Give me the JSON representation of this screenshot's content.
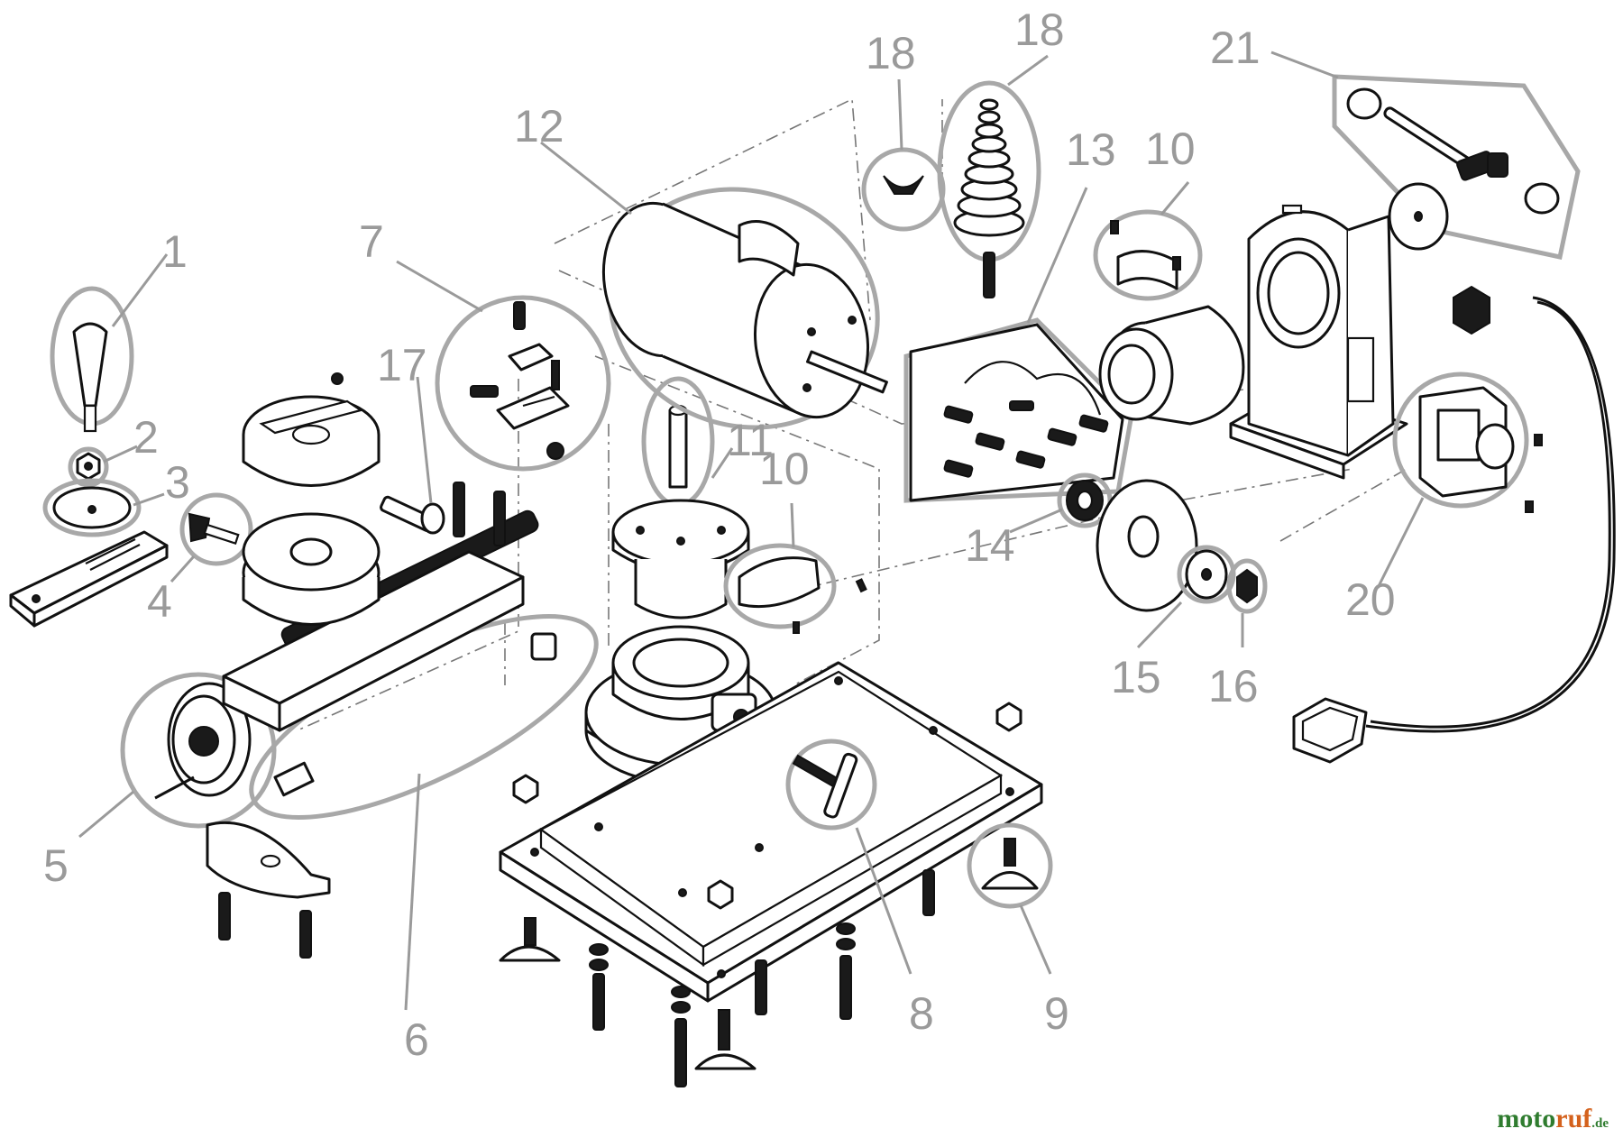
{
  "callouts": [
    {
      "id": "c1",
      "label": "1"
    },
    {
      "id": "c2",
      "label": "2"
    },
    {
      "id": "c3",
      "label": "3"
    },
    {
      "id": "c4",
      "label": "4"
    },
    {
      "id": "c5",
      "label": "5"
    },
    {
      "id": "c6",
      "label": "6"
    },
    {
      "id": "c7",
      "label": "7"
    },
    {
      "id": "c8",
      "label": "8"
    },
    {
      "id": "c9",
      "label": "9"
    },
    {
      "id": "c10a",
      "label": "10"
    },
    {
      "id": "c10b",
      "label": "10"
    },
    {
      "id": "c11",
      "label": "11"
    },
    {
      "id": "c12",
      "label": "12"
    },
    {
      "id": "c13",
      "label": "13"
    },
    {
      "id": "c14",
      "label": "14"
    },
    {
      "id": "c15",
      "label": "15"
    },
    {
      "id": "c16",
      "label": "16"
    },
    {
      "id": "c17",
      "label": "17"
    },
    {
      "id": "c18a",
      "label": "18"
    },
    {
      "id": "c18b",
      "label": "18"
    },
    {
      "id": "c20",
      "label": "20"
    },
    {
      "id": "c21",
      "label": "21"
    }
  ],
  "watermark": {
    "part1": "moto",
    "part2": "ruf",
    "suffix": ".de"
  },
  "colors": {
    "callout": "#9a9a9a",
    "line": "#111111",
    "watermark_green": "#2f7c2f",
    "watermark_orange": "#d4611c"
  }
}
